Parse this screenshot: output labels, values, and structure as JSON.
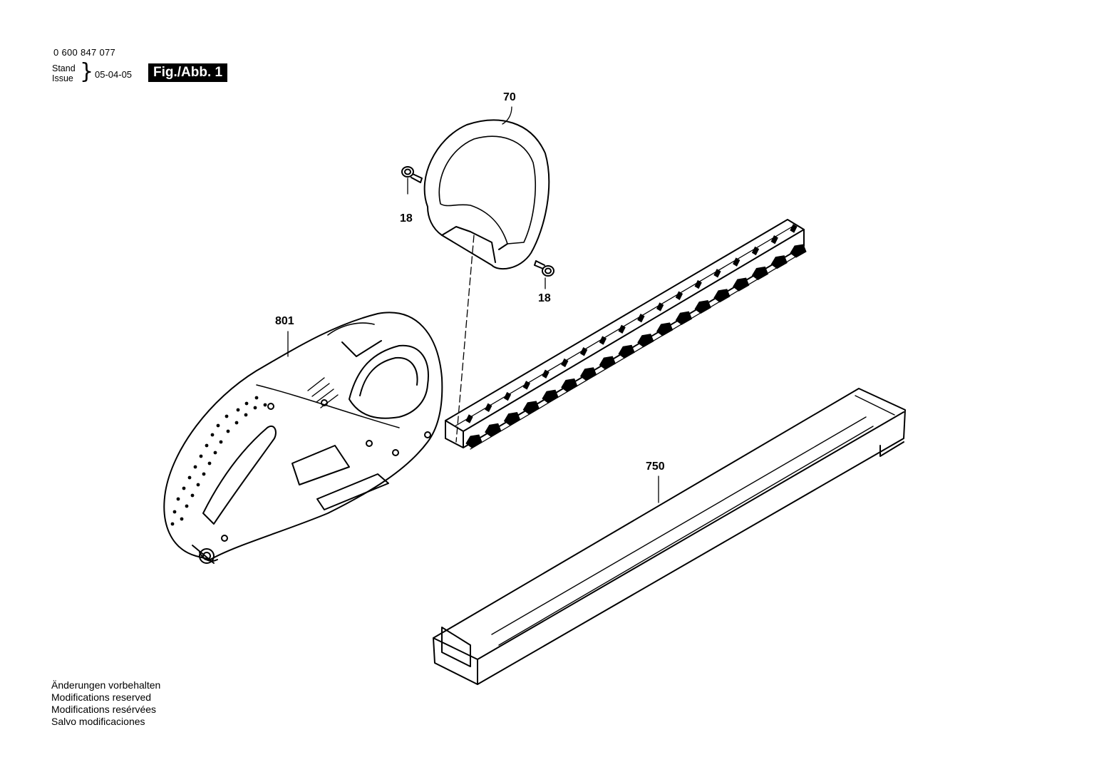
{
  "header": {
    "part_number": "0 600 847 077",
    "stand_label": "Stand",
    "issue_label": "Issue",
    "issue_date": "05-04-05",
    "figure_label": "Fig./Abb. 1"
  },
  "callouts": {
    "blade_guard": "70",
    "screw_left": "18",
    "screw_right": "18",
    "housing": "801",
    "blade_sheath": "750"
  },
  "footer": {
    "lines": [
      "Änderungen vorbehalten",
      "Modifications reserved",
      "Modifications resérvées",
      "Salvo modificaciones"
    ]
  }
}
